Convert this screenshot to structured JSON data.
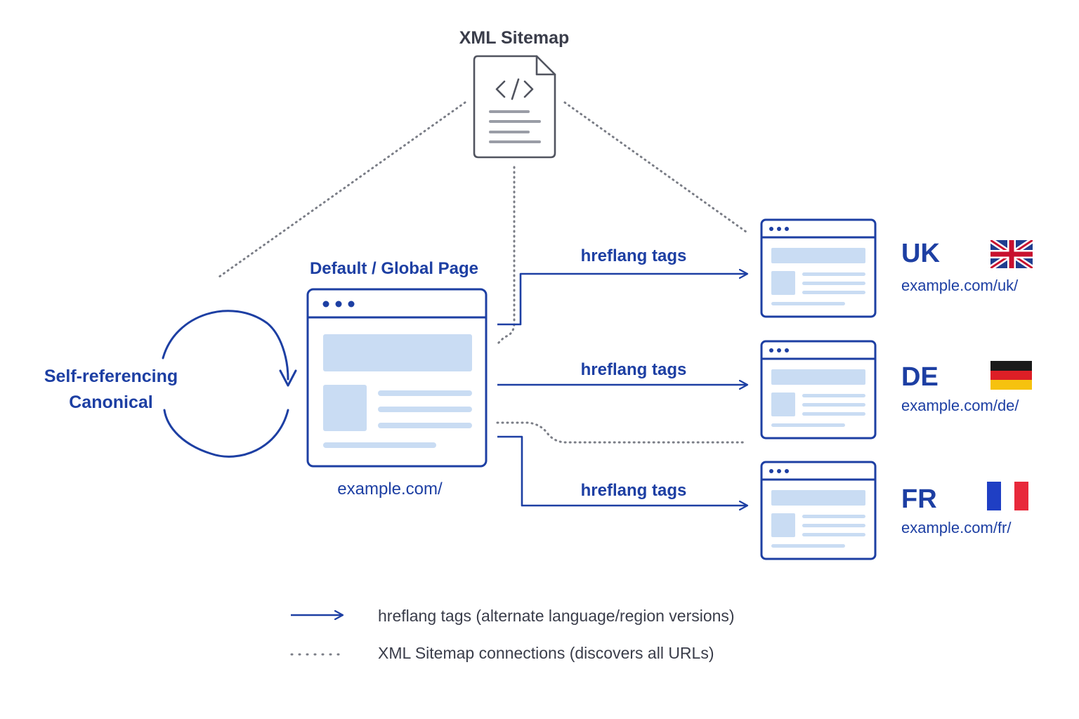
{
  "sitemap": {
    "title": "XML Sitemap",
    "icon": "code-document-icon"
  },
  "canonical": {
    "line1": "Self-referencing",
    "line2": "Canonical",
    "icon": "circular-arrows-icon"
  },
  "default_page": {
    "title": "Default / Global Page",
    "url": "example.com/"
  },
  "hreflang": {
    "label_uk": "hreflang tags",
    "label_de": "hreflang tags",
    "label_fr": "hreflang tags"
  },
  "regions": [
    {
      "code": "UK",
      "url": "example.com/uk/",
      "flag": "uk-flag-icon"
    },
    {
      "code": "DE",
      "url": "example.com/de/",
      "flag": "germany-flag-icon"
    },
    {
      "code": "FR",
      "url": "example.com/fr/",
      "flag": "france-flag-icon"
    }
  ],
  "legend": {
    "solid": "hreflang tags (alternate language/region versions)",
    "dotted": "XML Sitemap connections (discovers all URLs)"
  },
  "colors": {
    "accent": "#1d3fa3",
    "placeholder": "#c9dcf3",
    "dotted": "#7a7d86",
    "text_dark": "#3a3d4a"
  }
}
